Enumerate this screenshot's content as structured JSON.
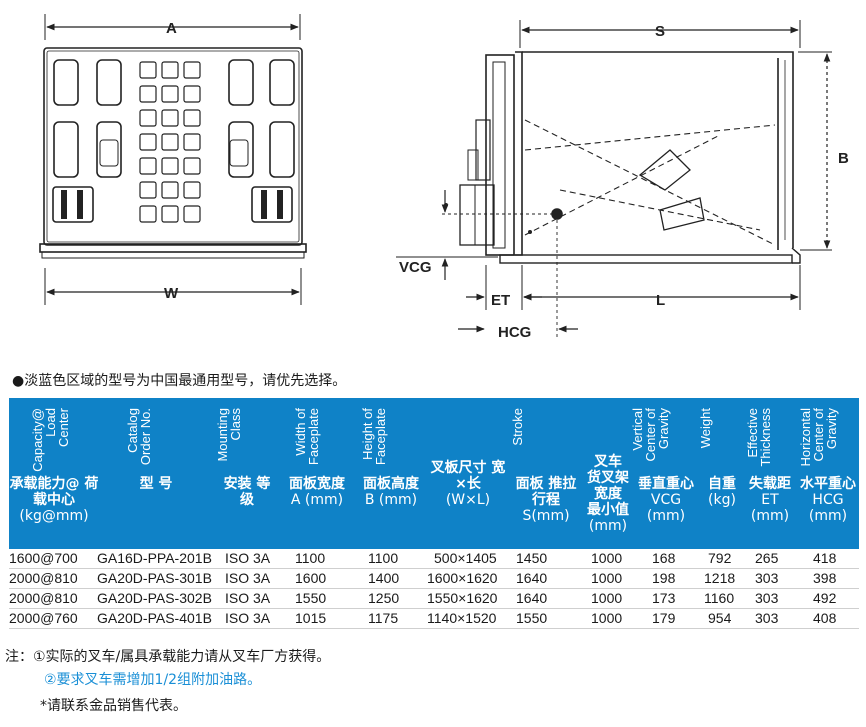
{
  "drawing": {
    "dimensions": {
      "a": "A",
      "w": "W",
      "s": "S",
      "b": "B",
      "vcg": "VCG",
      "et": "ET",
      "l": "L",
      "hcg": "HCG"
    }
  },
  "note": "●淡蓝色区域的型号为中国最通用型号，请优先选择。",
  "table": {
    "columns": [
      {
        "en": "Capacity@ Load Center",
        "cn": "承载能力@ 荷载中心",
        "unit": "(kg@mm)"
      },
      {
        "en": "Catalog Order No.",
        "cn": "型 号",
        "unit": ""
      },
      {
        "en": "Mounting Class",
        "cn": "安装 等级",
        "unit": ""
      },
      {
        "en": "Width of Faceplate",
        "cn": "面板宽度",
        "unit": "A (mm)"
      },
      {
        "en": "Height of Faceplate",
        "cn": "面板高度",
        "unit": "B (mm)"
      },
      {
        "en": "",
        "cn": "叉板尺寸 宽×长",
        "unit": "(W×L)"
      },
      {
        "en": "Stroke",
        "cn": "面板 推拉行程",
        "unit": "S(mm)"
      },
      {
        "en": "",
        "cn": "叉车 货叉架 宽度 最小值",
        "unit": "(mm)"
      },
      {
        "en": "Vertical Center of Gravity",
        "cn": "垂直重心",
        "unit": "VCG (mm)"
      },
      {
        "en": "Weight",
        "cn": "自重",
        "unit": "(kg)"
      },
      {
        "en": "Effective Thickness",
        "cn": "失载距",
        "unit": "ET (mm)"
      },
      {
        "en": "Horizontal Center of Gravity",
        "cn": "水平重心",
        "unit": "HCG (mm)"
      }
    ],
    "rows": [
      [
        "1600@700",
        "GA16D-PPA-201B",
        "ISO 3A",
        "1100",
        "1100",
        "500×1405",
        "1450",
        "1000",
        "168",
        "792",
        "265",
        "418"
      ],
      [
        "2000@810",
        "GA20D-PAS-301B",
        "ISO 3A",
        "1600",
        "1400",
        "1600×1620",
        "1640",
        "1000",
        "198",
        "1218",
        "303",
        "398"
      ],
      [
        "2000@810",
        "GA20D-PAS-302B",
        "ISO 3A",
        "1550",
        "1250",
        "1550×1620",
        "1640",
        "1000",
        "173",
        "1160",
        "303",
        "492"
      ],
      [
        "2000@760",
        "GA20D-PAS-401B",
        "ISO 3A",
        "1015",
        "1175",
        "1140×1520",
        "1550",
        "1000",
        "179",
        "954",
        "303",
        "408"
      ]
    ]
  },
  "footnotes": {
    "note1": "注：①实际的叉车/属具承载能力请从叉车厂方获得。",
    "note2": "②要求叉车需增加1/2组附加油路。",
    "note3": "*请联系金品销售代表。"
  }
}
